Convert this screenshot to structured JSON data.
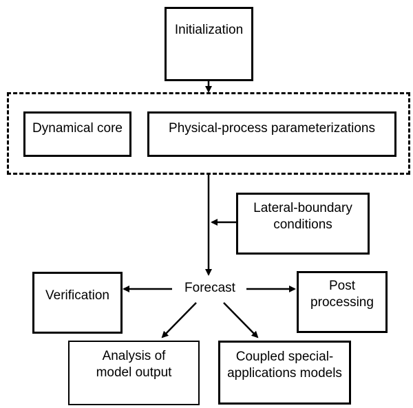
{
  "nodes": {
    "initialization": "Initialization",
    "dynamical_core": "Dynamical core",
    "physics": "Physical-process parameterizations",
    "lateral_boundary": [
      "Lateral-boundary",
      "conditions"
    ],
    "forecast": "Forecast",
    "verification": "Verification",
    "post_processing": [
      "Post",
      "processing"
    ],
    "analysis": [
      "Analysis of",
      "model output"
    ],
    "coupled": [
      "Coupled special-",
      "applications models"
    ]
  }
}
